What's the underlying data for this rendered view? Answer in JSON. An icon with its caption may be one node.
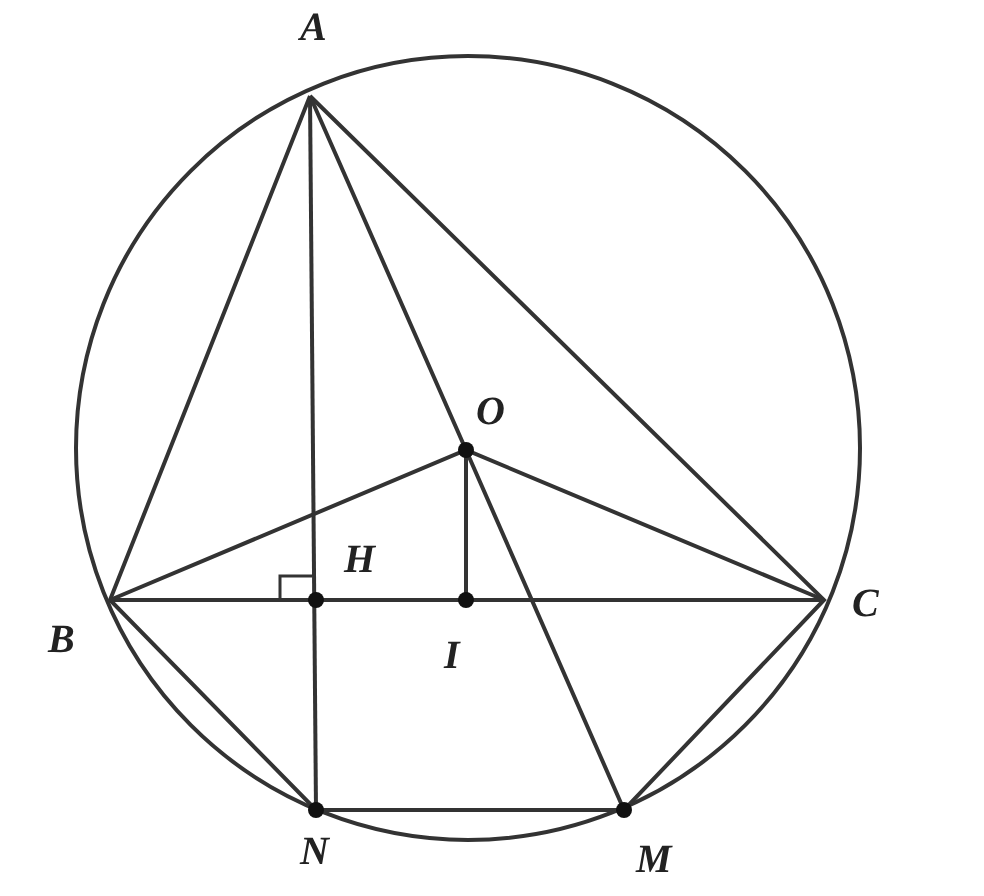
{
  "diagram": {
    "labels": [
      "A",
      "O",
      "H",
      "B",
      "I",
      "C",
      "N",
      "M"
    ]
  }
}
